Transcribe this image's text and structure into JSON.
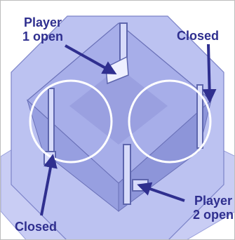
{
  "labels": {
    "player1_open": [
      "Player",
      "1 open"
    ],
    "closed_top_right": "Closed",
    "closed_bottom_left": "Closed",
    "player2_open": [
      "Player",
      "2 open"
    ]
  },
  "colors": {
    "label_text": "#2f2f8f",
    "arrow": "#2f2f8f",
    "device_fill": "#b9bff0",
    "device_dark": "#8f96d8",
    "device_edge": "#6a71b8",
    "highlight_circle": "#ffffff",
    "frame_border": "#bdbdbd"
  },
  "icons": [
    "arrow-player1",
    "arrow-closed-top-right",
    "arrow-closed-bottom-left",
    "arrow-player2"
  ]
}
